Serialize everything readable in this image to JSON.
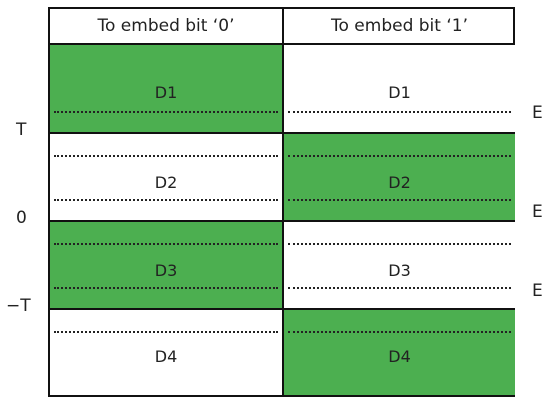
{
  "header": {
    "col0": "To embed bit ‘0’",
    "col1": "To embed bit ‘1’"
  },
  "rows": [
    {
      "label": "D1",
      "left_color": "#4caf50",
      "right_color": "#ffffff"
    },
    {
      "label": "D2",
      "left_color": "#ffffff",
      "right_color": "#4caf50"
    },
    {
      "label": "D3",
      "left_color": "#4caf50",
      "right_color": "#ffffff"
    },
    {
      "label": "D4",
      "left_color": "#ffffff",
      "right_color": "#4caf50"
    }
  ],
  "y_axis": {
    "top": "T",
    "mid": "0",
    "bottom": "−T"
  },
  "right_labels": [
    "E",
    "E",
    "E"
  ],
  "colors": {
    "green": "#4caf50",
    "border": "#111111"
  }
}
